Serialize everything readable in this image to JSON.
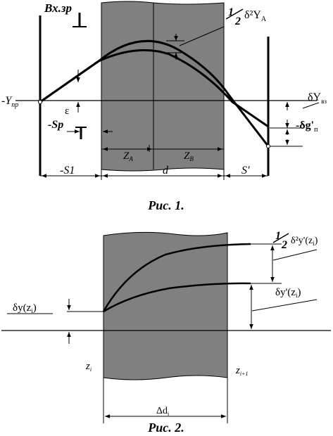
{
  "figure1": {
    "caption": "Рис. 1.",
    "labels": {
      "bx_zr": "Вх.зр",
      "half": "1",
      "half_den": "2",
      "delta2ya": "δ²Y",
      "delta2ya_sub": "A",
      "minus_y_pr": "-Y",
      "minus_y_pr_sub": "пр",
      "epsilon": "ε",
      "delta_y": "δY",
      "delta_y_sub": "вз",
      "minus_sp": "-Sp",
      "delta_g": "-δg'",
      "delta_g_sub": "п",
      "minus_s1": "-S1",
      "z_a": "Z",
      "z_a_sub": "A",
      "z_b": "Z",
      "z_b_sub": "B",
      "d": "d",
      "s_prime": "S'"
    }
  },
  "figure2": {
    "caption": "Рис. 2.",
    "labels": {
      "half": "1",
      "half_den": "2",
      "delta2y": "δ²y'(z",
      "delta2y_sub": "i",
      "delta2y_close": ")",
      "delta_yprime": "δy'(z",
      "delta_yprime_sub": "i",
      "delta_yprime_close": ")",
      "delta_yz": "δy(z",
      "delta_yz_sub": "i",
      "delta_yz_close": ")",
      "zi": "z",
      "zi_sub": "i",
      "zi1": "z",
      "zi1_sub": "i+1",
      "delta_di": "Δd",
      "delta_di_sub": "i"
    }
  }
}
